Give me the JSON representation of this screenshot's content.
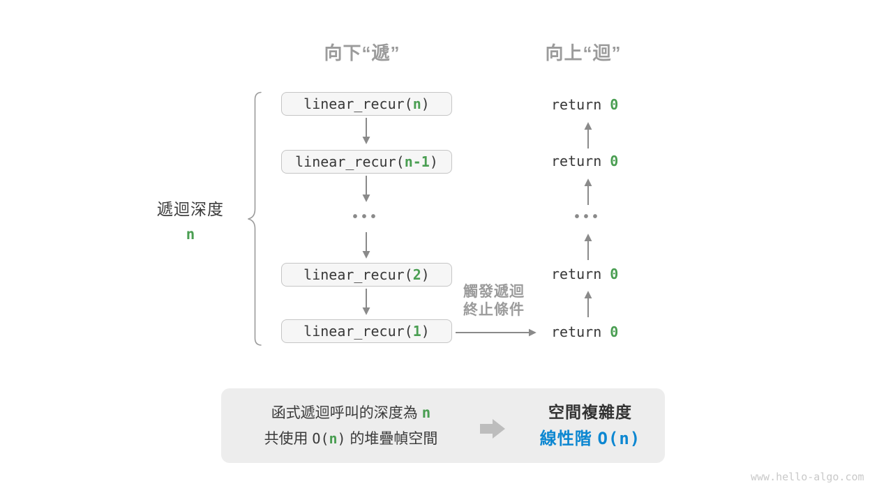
{
  "colors": {
    "green": "#4a9e52",
    "blue": "#0d87d1",
    "label_gray": "#9b9b9b",
    "arrow_gray": "#8a8a8a",
    "text_dark": "#3a3a3a",
    "box_fill": "#f6f6f6",
    "box_border": "#c5c5c5",
    "panel_fill": "#ededed"
  },
  "headers": {
    "down": "向下“遞”",
    "up": "向上“迴”"
  },
  "side_label": {
    "title": "遞迴深度",
    "value": "n"
  },
  "call_stack": [
    {
      "pre": "linear_recur(",
      "arg": "n",
      "post": ")"
    },
    {
      "pre": "linear_recur(",
      "arg": "n-1",
      "post": ")"
    },
    {
      "pre": "linear_recur(",
      "arg": "2",
      "post": ")"
    },
    {
      "pre": "linear_recur(",
      "arg": "1",
      "post": ")"
    }
  ],
  "returns": [
    {
      "pre": "return ",
      "val": "0"
    },
    {
      "pre": "return ",
      "val": "0"
    },
    {
      "pre": "return ",
      "val": "0"
    },
    {
      "pre": "return ",
      "val": "0"
    }
  ],
  "ellipsis": "•••",
  "trigger_label": {
    "line1": "觸發遞迴",
    "line2": "終止條件"
  },
  "summary": {
    "left_line1_pre": "函式遞迴呼叫的深度為 ",
    "left_line1_arg": "n",
    "left_line2_pre": "共使用 ",
    "left_line2_code_pre": "O(",
    "left_line2_arg": "n",
    "left_line2_code_post": ")",
    "left_line2_post": " 的堆疊幀空間",
    "right_title": "空間複雜度",
    "right_value_cjk": "線性階 ",
    "right_value_code": "O(n)"
  },
  "watermark": "www.hello-algo.com"
}
